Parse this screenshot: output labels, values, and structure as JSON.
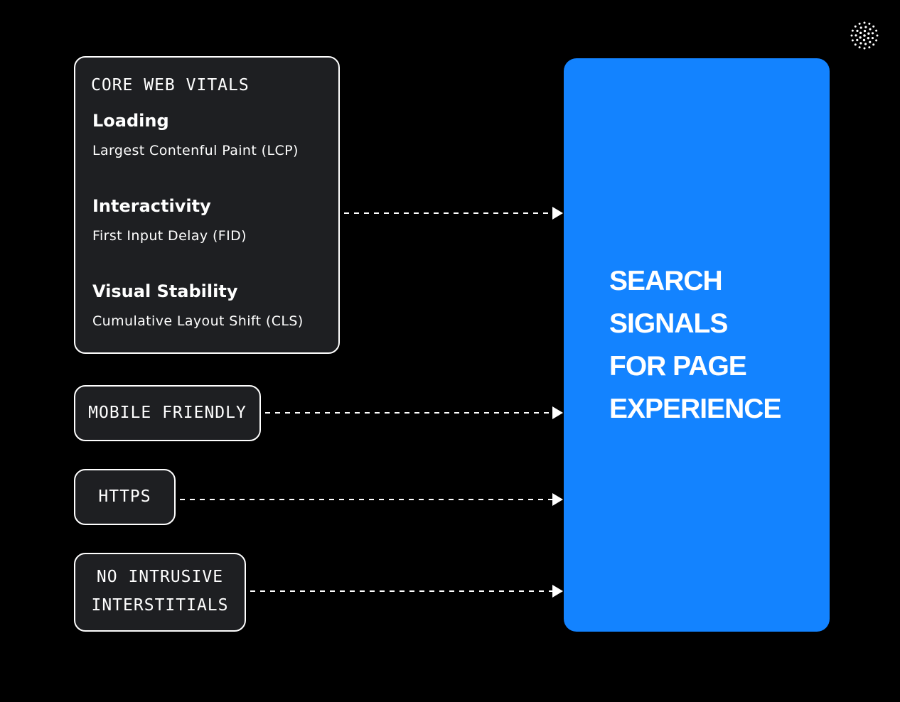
{
  "core_web_vitals": {
    "title": "CORE WEB VITALS",
    "metrics": [
      {
        "name": "Loading",
        "description": "Largest Contenful Paint (LCP)"
      },
      {
        "name": "Interactivity",
        "description": "First Input Delay (FID)"
      },
      {
        "name": "Visual Stability",
        "description": "Cumulative Layout Shift (CLS)"
      }
    ]
  },
  "signals": {
    "mobile_friendly": "MOBILE FRIENDLY",
    "https": "HTTPS",
    "no_intrusive_interstitials": [
      "NO INTRUSIVE",
      "INTERSTITIALS"
    ]
  },
  "target": {
    "lines": [
      "SEARCH",
      "SIGNALS",
      "FOR PAGE",
      "EXPERIENCE"
    ]
  },
  "colors": {
    "background": "#000000",
    "box_fill": "#1e1f22",
    "box_border": "#ffffff",
    "accent_blue": "#1383ff"
  },
  "icons": {
    "brand_logo": "dotted-circle-logo-icon",
    "connector_arrowhead": "triangle-arrowhead-icon"
  }
}
